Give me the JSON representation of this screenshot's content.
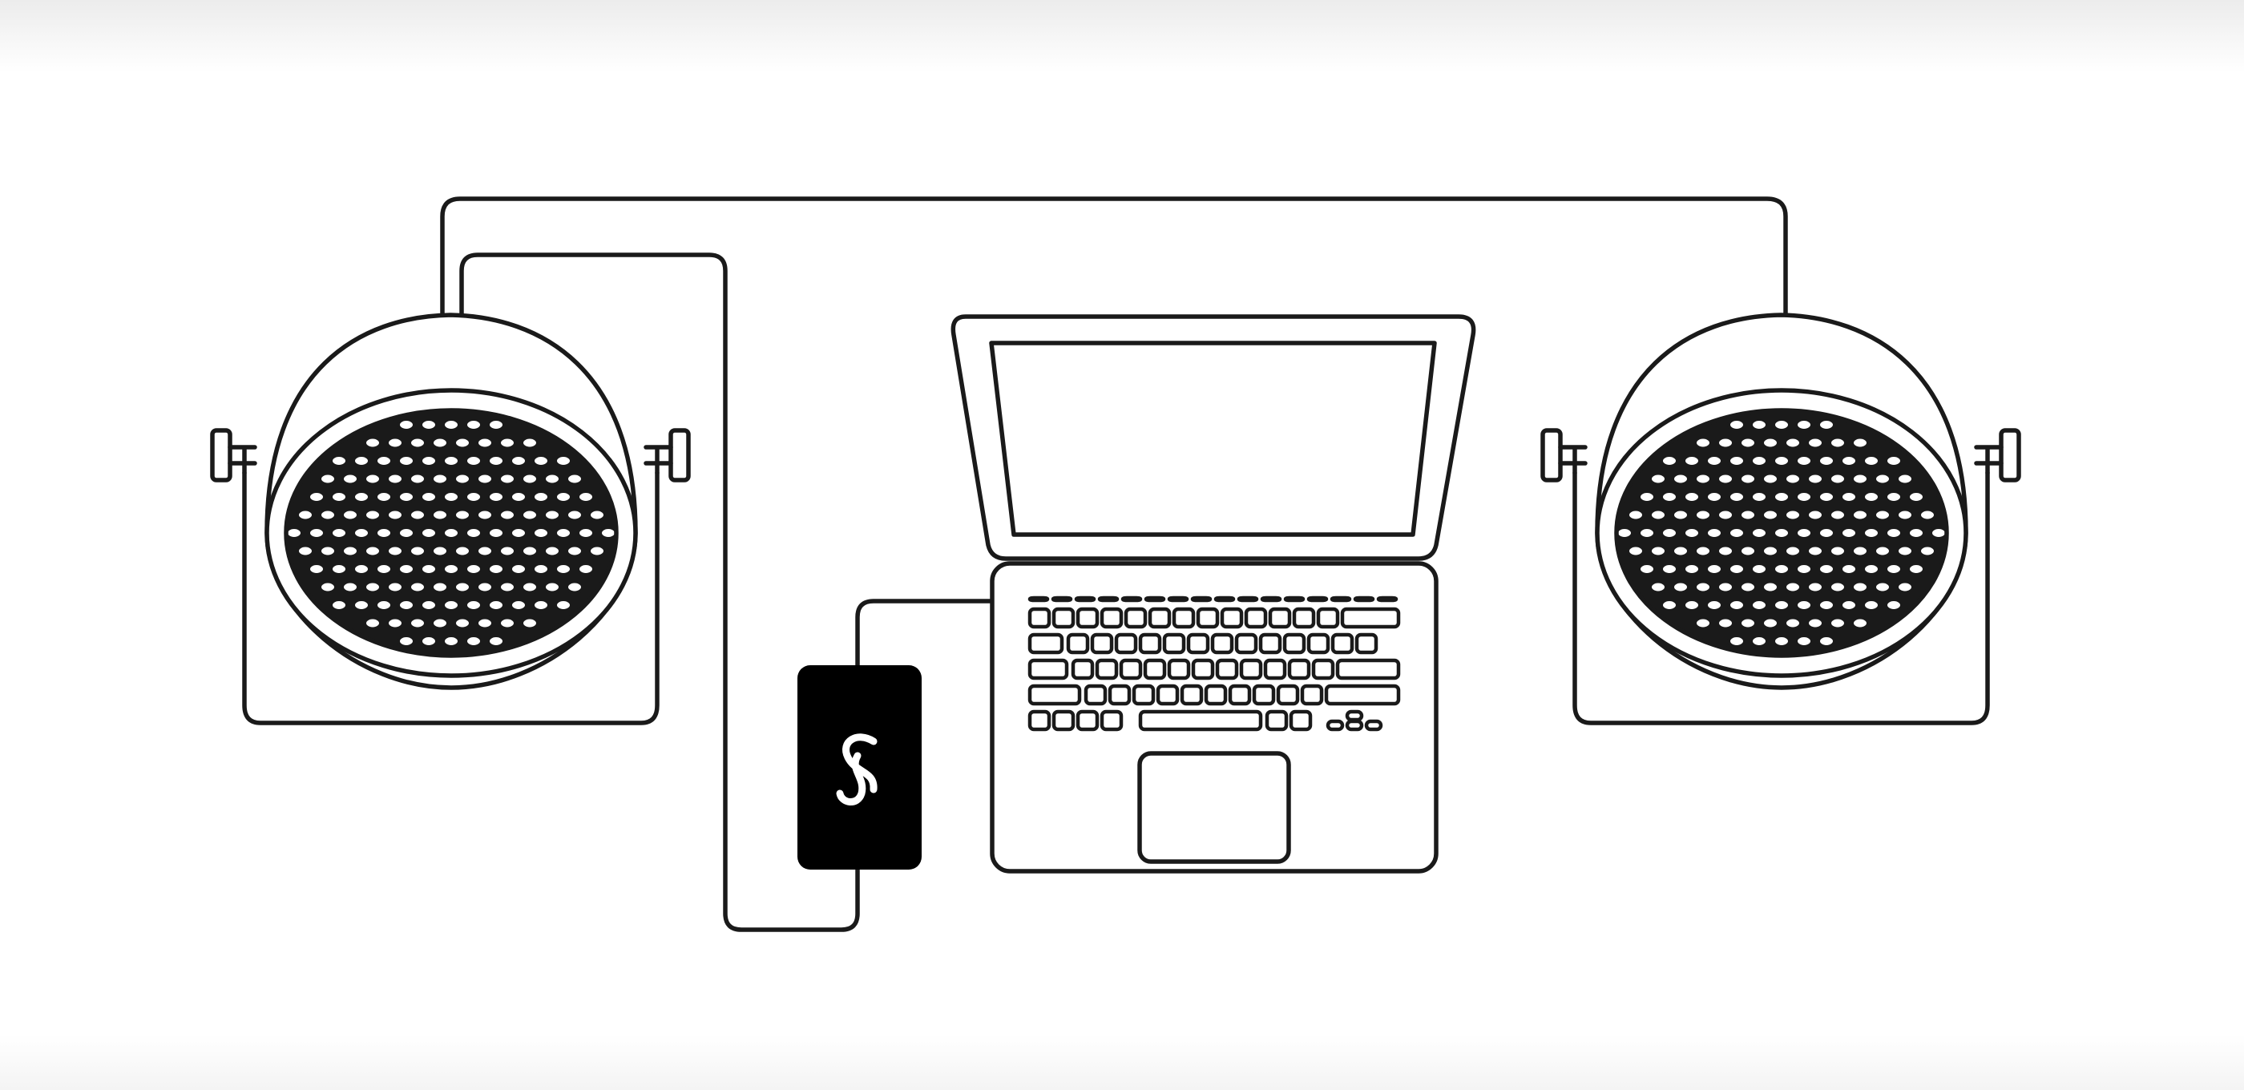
{
  "diagram": {
    "description_free": true,
    "components": [
      {
        "id": "left-light",
        "kind": "stage-light-icon"
      },
      {
        "id": "right-light",
        "kind": "stage-light-icon"
      },
      {
        "id": "laptop",
        "kind": "laptop-icon"
      },
      {
        "id": "dmx-interface",
        "kind": "interface-box-icon",
        "logo": "S-link-logo"
      }
    ],
    "connections": [
      {
        "from": "left-light",
        "to": "right-light"
      },
      {
        "from": "left-light",
        "to": "dmx-interface"
      },
      {
        "from": "dmx-interface",
        "to": "laptop"
      }
    ],
    "colors": {
      "stroke": "#1a1a1a",
      "fill": "#ffffff",
      "box": "#000000"
    }
  }
}
